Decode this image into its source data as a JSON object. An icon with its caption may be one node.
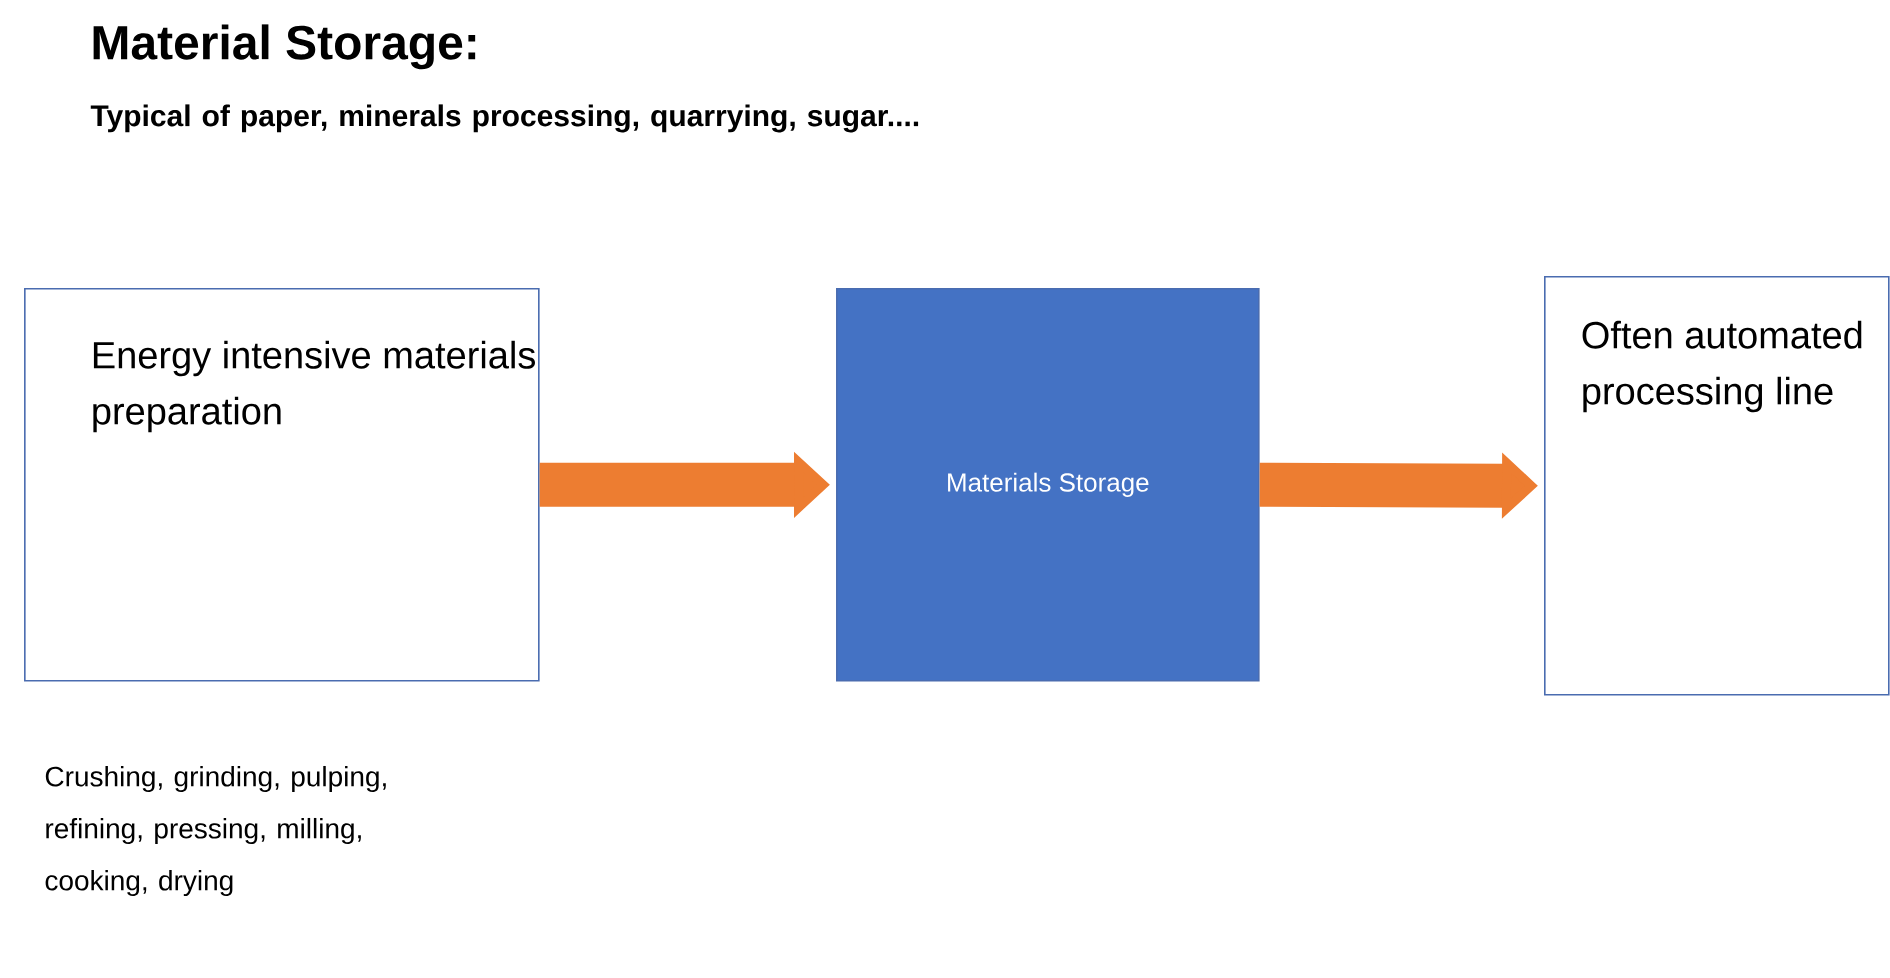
{
  "diagram": {
    "title": "Material Storage:",
    "nodes": [
      {
        "text": [
          "Energy intensive materials preparation"
        ],
        "beside": [
          "Crushing, grinding, pulping, refining, pressing, milling, cooking, drying"
        ]
      },
      {
        "text": [
          "Materials Storage"
        ]
      },
      {
        "text": [
          "Often automated processing line"
        ]
      }
    ],
    "edges": [
      {
        "from": 0,
        "to": 1,
        "arrow": "to"
      },
      {
        "from": 1,
        "to": 2,
        "arrow": "to"
      }
    ],
    "labels": [
      "Typical of paper, minerals processing, quarrying, sugar...."
    ]
  }
}
